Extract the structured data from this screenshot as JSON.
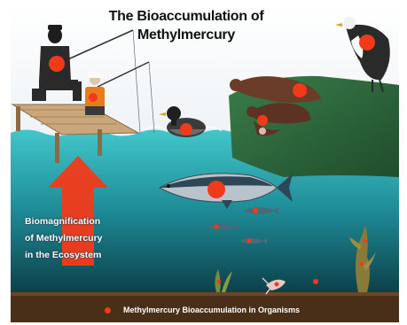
{
  "title_line1": "The Bioaccumulation of",
  "title_line2": "Methylmercury",
  "biomag_line1": "Biomagnification",
  "biomag_line2": "of Methylmercury",
  "biomag_line3": "in the Ecosystem",
  "legend_text": "Methylmercury Bioaccumulation in Organisms",
  "icons": [
    "fisherman-icon",
    "child-fisher-icon",
    "duck-icon",
    "otter-icon",
    "eagle-icon",
    "salmon-icon",
    "small-fish-icon",
    "crayfish-icon",
    "aquatic-plant-icon",
    "up-arrow-icon"
  ],
  "colors": {
    "sky": "#f4f8fb",
    "water_top": "#3fc4c9",
    "water_bottom": "#0b3f4a",
    "sediment": "#5a3a1f",
    "mercury_dot": "#f23a1a",
    "arrow": "#f23a1a",
    "hill": "#2e6b3e",
    "dock": "#c9a77a"
  }
}
